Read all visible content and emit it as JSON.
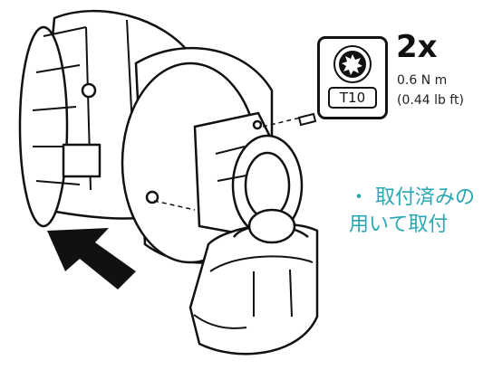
{
  "callout": {
    "tool_icon": "torx-icon",
    "bit": "T10",
    "quantity": "2x",
    "torque_metric": "0.6 N m",
    "torque_imperial": "(0.44 lb ft)"
  },
  "note": {
    "line1": "・ 取付済みの",
    "line2": "用いて取付",
    "color": "#2aa7b3"
  },
  "icons": [
    "torx-icon",
    "direction-arrow-icon",
    "screw-icon"
  ]
}
